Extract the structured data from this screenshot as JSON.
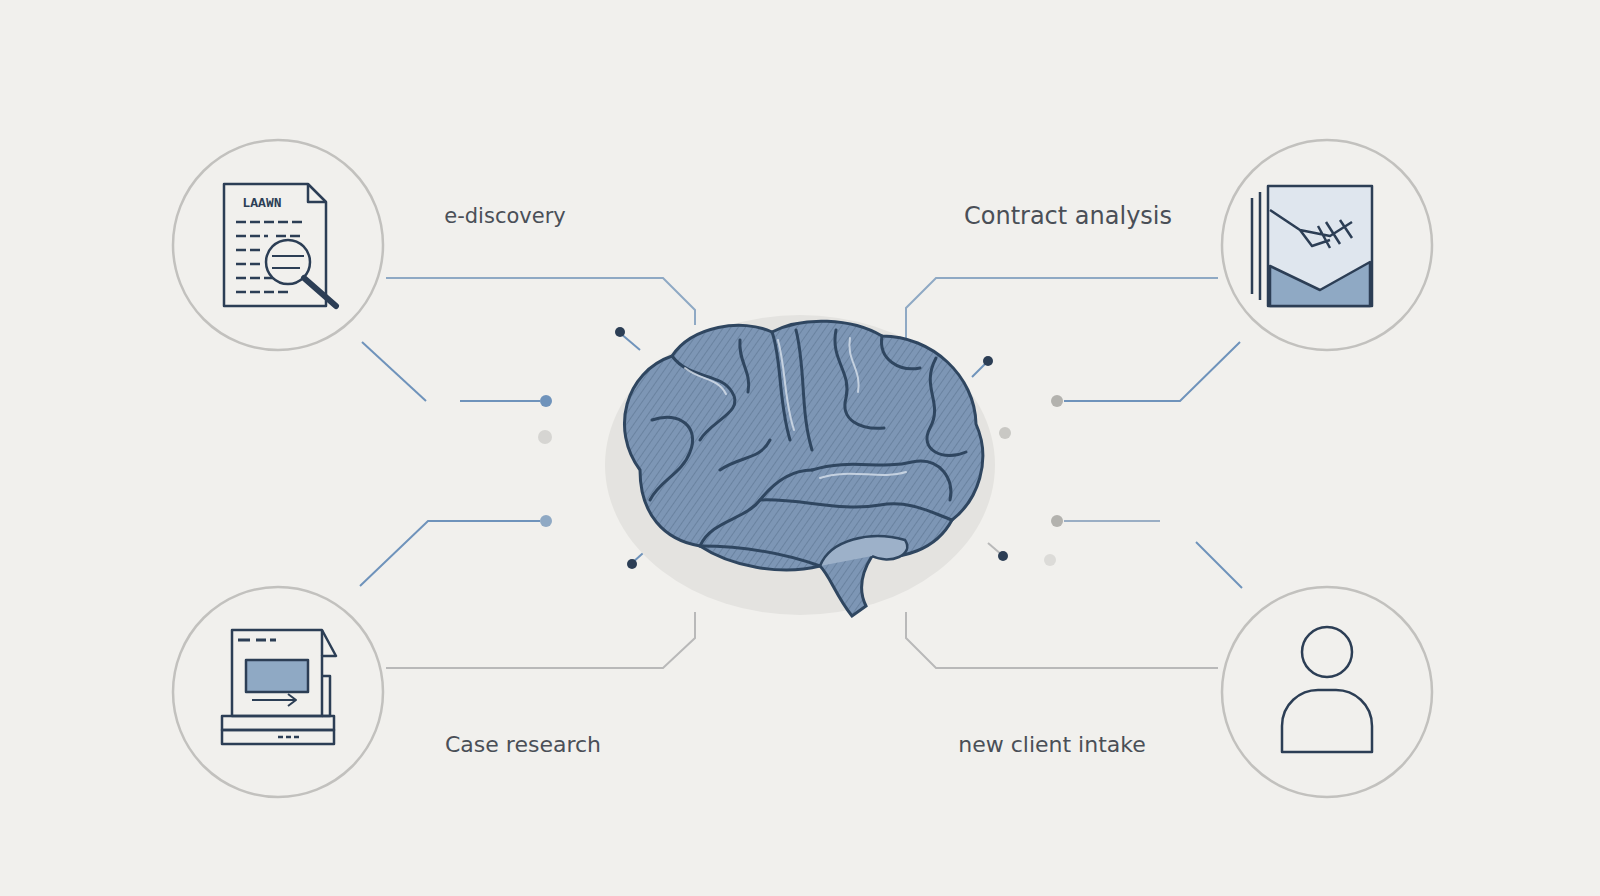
{
  "diagram": {
    "nodes": [
      {
        "text": [
          "e-discovery"
        ]
      },
      {
        "text": [
          "Contract analysis"
        ]
      },
      {
        "text": [
          "Case research"
        ]
      },
      {
        "text": [
          "new client intake"
        ]
      }
    ],
    "labels": [
      "LAAWN"
    ]
  }
}
